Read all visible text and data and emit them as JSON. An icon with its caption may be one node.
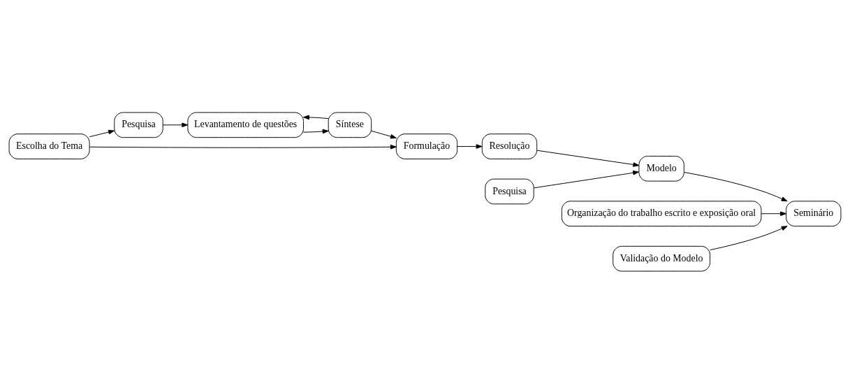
{
  "diagram": {
    "nodes": [
      {
        "text": [
          "Escolha do Tema"
        ]
      },
      {
        "text": [
          "Pesquisa"
        ]
      },
      {
        "text": [
          "Levantamento de questões"
        ]
      },
      {
        "text": [
          "Síntese"
        ]
      },
      {
        "text": [
          "Formulação"
        ]
      },
      {
        "text": [
          "Resolução"
        ]
      },
      {
        "text": [
          "Pesquisa"
        ]
      },
      {
        "text": [
          "Modelo"
        ]
      },
      {
        "text": [
          "Organização do trabalho escrito e exposição oral"
        ]
      },
      {
        "text": [
          "Validação do Modelo"
        ]
      },
      {
        "text": [
          "Seminário"
        ]
      }
    ],
    "edges": [
      {
        "from": 0,
        "to": 4,
        "arrow": "to"
      },
      {
        "from": 0,
        "to": 1,
        "arrow": "to"
      },
      {
        "from": 1,
        "to": 2,
        "arrow": "to"
      },
      {
        "from": 3,
        "to": 2,
        "arrow": "to"
      },
      {
        "from": 2,
        "to": 3,
        "arrow": "to"
      },
      {
        "from": 3,
        "to": 4,
        "arrow": "to"
      },
      {
        "from": 4,
        "to": 5,
        "arrow": "to"
      },
      {
        "from": 5,
        "to": 7,
        "arrow": "to"
      },
      {
        "from": 6,
        "to": 7,
        "arrow": "to"
      },
      {
        "from": 7,
        "to": 10,
        "arrow": "to"
      },
      {
        "from": 8,
        "to": 10,
        "arrow": "to"
      },
      {
        "from": 9,
        "to": 10,
        "arrow": "to"
      }
    ]
  }
}
